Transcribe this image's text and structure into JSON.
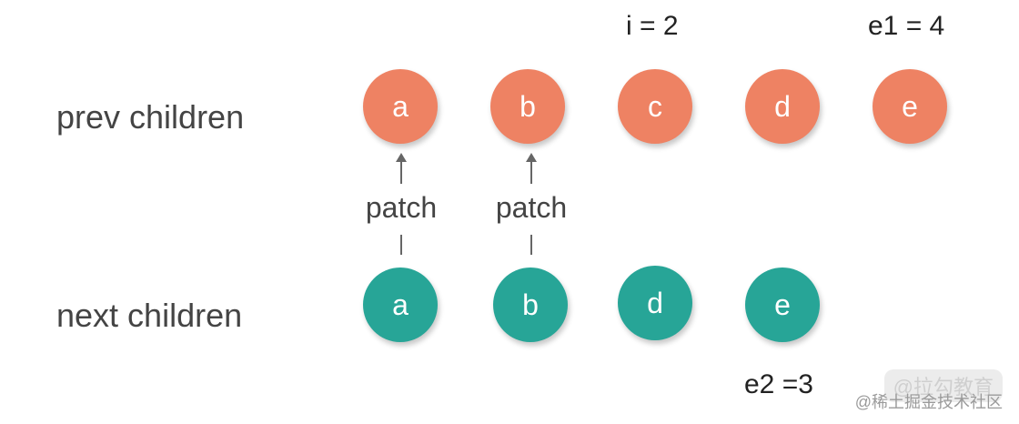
{
  "rows": {
    "prev": {
      "label": "prev children",
      "nodes": [
        "a",
        "b",
        "c",
        "d",
        "e"
      ]
    },
    "next": {
      "label": "next children",
      "nodes": [
        "a",
        "b",
        "d",
        "e"
      ]
    }
  },
  "pointers": {
    "i": "i = 2",
    "e1": "e1 = 4",
    "e2": "e2 =3"
  },
  "patch_label": "patch",
  "colors": {
    "prev_node": "#ee8263",
    "next_node": "#27a597",
    "text": "#444444",
    "arrow": "#666666"
  },
  "watermark": {
    "line1": "@拉勾教育",
    "line2": "@稀土掘金技术社区"
  }
}
